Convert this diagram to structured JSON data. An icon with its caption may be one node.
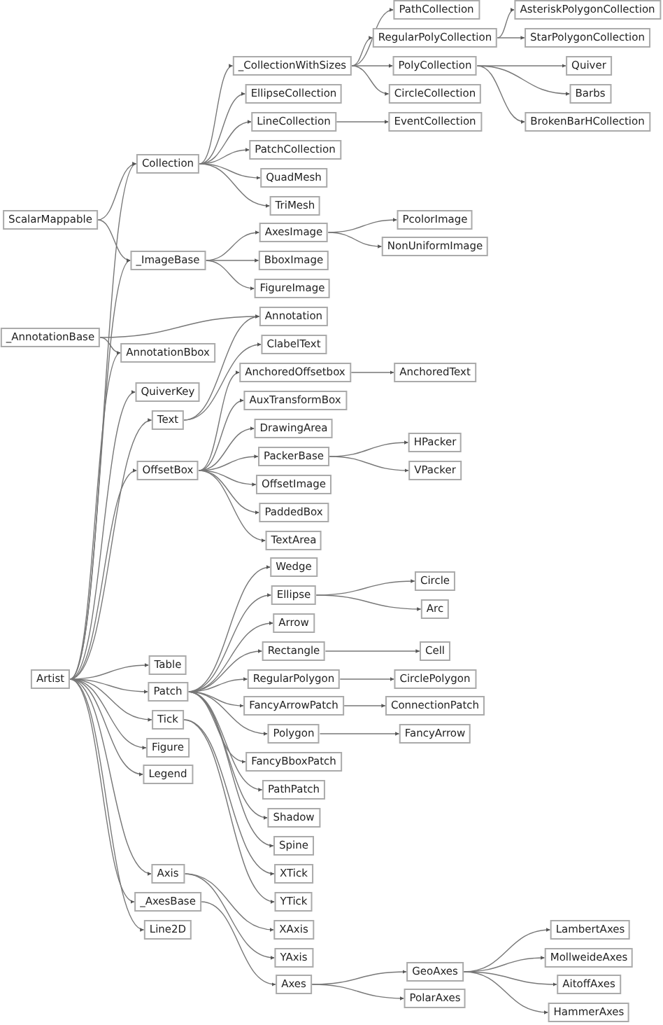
{
  "diagram": {
    "nodes": [
      {
        "text": [
          "PathCollection"
        ]
      },
      {
        "text": [
          "AsteriskPolygonCollection"
        ]
      },
      {
        "text": [
          "_CollectionWithSizes"
        ]
      },
      {
        "text": [
          "RegularPolyCollection"
        ]
      },
      {
        "text": [
          "StarPolygonCollection"
        ]
      },
      {
        "text": [
          "PolyCollection"
        ]
      },
      {
        "text": [
          "Quiver"
        ]
      },
      {
        "text": [
          "Barbs"
        ]
      },
      {
        "text": [
          "EllipseCollection"
        ]
      },
      {
        "text": [
          "CircleCollection"
        ]
      },
      {
        "text": [
          "LineCollection"
        ]
      },
      {
        "text": [
          "EventCollection"
        ]
      },
      {
        "text": [
          "BrokenBarHCollection"
        ]
      },
      {
        "text": [
          "PatchCollection"
        ]
      },
      {
        "text": [
          "Collection"
        ]
      },
      {
        "text": [
          "QuadMesh"
        ]
      },
      {
        "text": [
          "TriMesh"
        ]
      },
      {
        "text": [
          "ScalarMappable"
        ]
      },
      {
        "text": [
          "PcolorImage"
        ]
      },
      {
        "text": [
          "AxesImage"
        ]
      },
      {
        "text": [
          "NonUniformImage"
        ]
      },
      {
        "text": [
          "_ImageBase"
        ]
      },
      {
        "text": [
          "BboxImage"
        ]
      },
      {
        "text": [
          "FigureImage"
        ]
      },
      {
        "text": [
          "Annotation"
        ]
      },
      {
        "text": [
          "_AnnotationBase"
        ]
      },
      {
        "text": [
          "ClabelText"
        ]
      },
      {
        "text": [
          "AnnotationBbox"
        ]
      },
      {
        "text": [
          "AnchoredOffsetbox"
        ]
      },
      {
        "text": [
          "AnchoredText"
        ]
      },
      {
        "text": [
          "QuiverKey"
        ]
      },
      {
        "text": [
          "AuxTransformBox"
        ]
      },
      {
        "text": [
          "Text"
        ]
      },
      {
        "text": [
          "DrawingArea"
        ]
      },
      {
        "text": [
          "PackerBase"
        ]
      },
      {
        "text": [
          "HPacker"
        ]
      },
      {
        "text": [
          "OffsetBox"
        ]
      },
      {
        "text": [
          "VPacker"
        ]
      },
      {
        "text": [
          "OffsetImage"
        ]
      },
      {
        "text": [
          "PaddedBox"
        ]
      },
      {
        "text": [
          "TextArea"
        ]
      },
      {
        "text": [
          "Wedge"
        ]
      },
      {
        "text": [
          "Ellipse"
        ]
      },
      {
        "text": [
          "Circle"
        ]
      },
      {
        "text": [
          "Arc"
        ]
      },
      {
        "text": [
          "Arrow"
        ]
      },
      {
        "text": [
          "Rectangle"
        ]
      },
      {
        "text": [
          "Cell"
        ]
      },
      {
        "text": [
          "Table"
        ]
      },
      {
        "text": [
          "Artist"
        ]
      },
      {
        "text": [
          "RegularPolygon"
        ]
      },
      {
        "text": [
          "CirclePolygon"
        ]
      },
      {
        "text": [
          "Patch"
        ]
      },
      {
        "text": [
          "FancyArrowPatch"
        ]
      },
      {
        "text": [
          "ConnectionPatch"
        ]
      },
      {
        "text": [
          "Tick"
        ]
      },
      {
        "text": [
          "Polygon"
        ]
      },
      {
        "text": [
          "FancyArrow"
        ]
      },
      {
        "text": [
          "Figure"
        ]
      },
      {
        "text": [
          "FancyBboxPatch"
        ]
      },
      {
        "text": [
          "Legend"
        ]
      },
      {
        "text": [
          "PathPatch"
        ]
      },
      {
        "text": [
          "Shadow"
        ]
      },
      {
        "text": [
          "Spine"
        ]
      },
      {
        "text": [
          "Axis"
        ]
      },
      {
        "text": [
          "XTick"
        ]
      },
      {
        "text": [
          "_AxesBase"
        ]
      },
      {
        "text": [
          "YTick"
        ]
      },
      {
        "text": [
          "Line2D"
        ]
      },
      {
        "text": [
          "XAxis"
        ]
      },
      {
        "text": [
          "LambertAxes"
        ]
      },
      {
        "text": [
          "YAxis"
        ]
      },
      {
        "text": [
          "MollweideAxes"
        ]
      },
      {
        "text": [
          "GeoAxes"
        ]
      },
      {
        "text": [
          "AitoffAxes"
        ]
      },
      {
        "text": [
          "Axes"
        ]
      },
      {
        "text": [
          "PolarAxes"
        ]
      },
      {
        "text": [
          "HammerAxes"
        ]
      }
    ],
    "edges": [
      {
        "from": 17,
        "to": 14,
        "arrow": "to"
      },
      {
        "from": 17,
        "to": 21,
        "arrow": "to"
      },
      {
        "from": 49,
        "to": 14,
        "arrow": "to"
      },
      {
        "from": 49,
        "to": 21,
        "arrow": "to"
      },
      {
        "from": 25,
        "to": 24,
        "arrow": "to"
      },
      {
        "from": 25,
        "to": 27,
        "arrow": "to"
      },
      {
        "from": 49,
        "to": 27,
        "arrow": "to"
      },
      {
        "from": 49,
        "to": 30,
        "arrow": "to"
      },
      {
        "from": 49,
        "to": 32,
        "arrow": "to"
      },
      {
        "from": 49,
        "to": 36,
        "arrow": "to"
      },
      {
        "from": 49,
        "to": 48,
        "arrow": "to"
      },
      {
        "from": 49,
        "to": 52,
        "arrow": "to"
      },
      {
        "from": 49,
        "to": 55,
        "arrow": "to"
      },
      {
        "from": 49,
        "to": 58,
        "arrow": "to"
      },
      {
        "from": 49,
        "to": 60,
        "arrow": "to"
      },
      {
        "from": 49,
        "to": 64,
        "arrow": "to"
      },
      {
        "from": 49,
        "to": 66,
        "arrow": "to"
      },
      {
        "from": 49,
        "to": 68,
        "arrow": "to"
      },
      {
        "from": 14,
        "to": 2,
        "arrow": "to"
      },
      {
        "from": 14,
        "to": 8,
        "arrow": "to"
      },
      {
        "from": 14,
        "to": 10,
        "arrow": "to"
      },
      {
        "from": 14,
        "to": 13,
        "arrow": "to"
      },
      {
        "from": 14,
        "to": 15,
        "arrow": "to"
      },
      {
        "from": 14,
        "to": 16,
        "arrow": "to"
      },
      {
        "from": 2,
        "to": 0,
        "arrow": "to"
      },
      {
        "from": 2,
        "to": 3,
        "arrow": "to"
      },
      {
        "from": 2,
        "to": 5,
        "arrow": "to"
      },
      {
        "from": 2,
        "to": 9,
        "arrow": "to"
      },
      {
        "from": 3,
        "to": 1,
        "arrow": "to"
      },
      {
        "from": 3,
        "to": 4,
        "arrow": "to"
      },
      {
        "from": 5,
        "to": 6,
        "arrow": "to"
      },
      {
        "from": 5,
        "to": 7,
        "arrow": "to"
      },
      {
        "from": 5,
        "to": 12,
        "arrow": "to"
      },
      {
        "from": 10,
        "to": 11,
        "arrow": "to"
      },
      {
        "from": 21,
        "to": 19,
        "arrow": "to"
      },
      {
        "from": 21,
        "to": 22,
        "arrow": "to"
      },
      {
        "from": 21,
        "to": 23,
        "arrow": "to"
      },
      {
        "from": 19,
        "to": 18,
        "arrow": "to"
      },
      {
        "from": 19,
        "to": 20,
        "arrow": "to"
      },
      {
        "from": 32,
        "to": 24,
        "arrow": "to"
      },
      {
        "from": 32,
        "to": 26,
        "arrow": "to"
      },
      {
        "from": 36,
        "to": 28,
        "arrow": "to"
      },
      {
        "from": 36,
        "to": 31,
        "arrow": "to"
      },
      {
        "from": 36,
        "to": 33,
        "arrow": "to"
      },
      {
        "from": 36,
        "to": 34,
        "arrow": "to"
      },
      {
        "from": 36,
        "to": 38,
        "arrow": "to"
      },
      {
        "from": 36,
        "to": 39,
        "arrow": "to"
      },
      {
        "from": 36,
        "to": 40,
        "arrow": "to"
      },
      {
        "from": 28,
        "to": 29,
        "arrow": "to"
      },
      {
        "from": 34,
        "to": 35,
        "arrow": "to"
      },
      {
        "from": 34,
        "to": 37,
        "arrow": "to"
      },
      {
        "from": 52,
        "to": 41,
        "arrow": "to"
      },
      {
        "from": 52,
        "to": 42,
        "arrow": "to"
      },
      {
        "from": 52,
        "to": 45,
        "arrow": "to"
      },
      {
        "from": 52,
        "to": 46,
        "arrow": "to"
      },
      {
        "from": 52,
        "to": 50,
        "arrow": "to"
      },
      {
        "from": 52,
        "to": 53,
        "arrow": "to"
      },
      {
        "from": 52,
        "to": 56,
        "arrow": "to"
      },
      {
        "from": 52,
        "to": 59,
        "arrow": "to"
      },
      {
        "from": 52,
        "to": 61,
        "arrow": "to"
      },
      {
        "from": 52,
        "to": 62,
        "arrow": "to"
      },
      {
        "from": 52,
        "to": 63,
        "arrow": "to"
      },
      {
        "from": 42,
        "to": 43,
        "arrow": "to"
      },
      {
        "from": 42,
        "to": 44,
        "arrow": "to"
      },
      {
        "from": 46,
        "to": 47,
        "arrow": "to"
      },
      {
        "from": 50,
        "to": 51,
        "arrow": "to"
      },
      {
        "from": 53,
        "to": 54,
        "arrow": "to"
      },
      {
        "from": 56,
        "to": 57,
        "arrow": "to"
      },
      {
        "from": 55,
        "to": 65,
        "arrow": "to"
      },
      {
        "from": 55,
        "to": 67,
        "arrow": "to"
      },
      {
        "from": 64,
        "to": 69,
        "arrow": "to"
      },
      {
        "from": 64,
        "to": 71,
        "arrow": "to"
      },
      {
        "from": 66,
        "to": 75,
        "arrow": "to"
      },
      {
        "from": 75,
        "to": 73,
        "arrow": "to"
      },
      {
        "from": 75,
        "to": 76,
        "arrow": "to"
      },
      {
        "from": 73,
        "to": 70,
        "arrow": "to"
      },
      {
        "from": 73,
        "to": 72,
        "arrow": "to"
      },
      {
        "from": 73,
        "to": 74,
        "arrow": "to"
      },
      {
        "from": 73,
        "to": 77,
        "arrow": "to"
      }
    ]
  }
}
